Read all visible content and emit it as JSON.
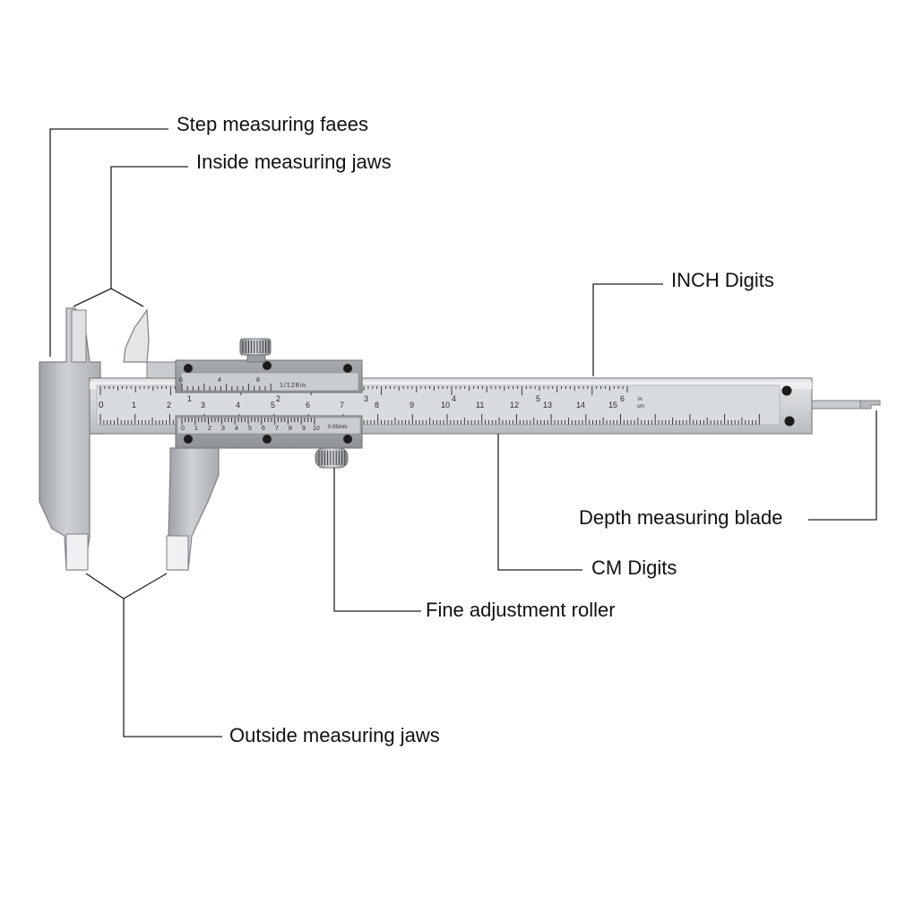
{
  "colors": {
    "background": "#ffffff",
    "steel": "#c6c9cc",
    "steel_dark": "#8d9196",
    "leader_line": "#222222",
    "label_text": "#111111"
  },
  "callouts": {
    "step": "Step measuring faees",
    "inside_jaws": "Inside measuring jaws",
    "inch_digits": "INCH Digits",
    "depth_blade": "Depth measuring blade",
    "cm_digits": "CM Digits",
    "fine_roller": "Fine adjustment roller",
    "outside_jaws": "Outside measuring jaws"
  },
  "main_scale": {
    "cm_numbers": [
      "0",
      "1",
      "2",
      "3",
      "4",
      "5",
      "6",
      "7",
      "8",
      "9",
      "10",
      "11",
      "12",
      "13",
      "14",
      "15"
    ],
    "inch_numbers": [
      "1",
      "2",
      "3",
      "4",
      "5",
      "6"
    ],
    "unit_in": "in",
    "unit_cm": "cm"
  },
  "vernier": {
    "upper_numbers": [
      "0",
      "4",
      "8"
    ],
    "upper_label": "1/128in",
    "lower_numbers": [
      "0",
      "1",
      "2",
      "3",
      "4",
      "5",
      "6",
      "7",
      "8",
      "9",
      "10"
    ],
    "lower_label": "0.05mm"
  }
}
